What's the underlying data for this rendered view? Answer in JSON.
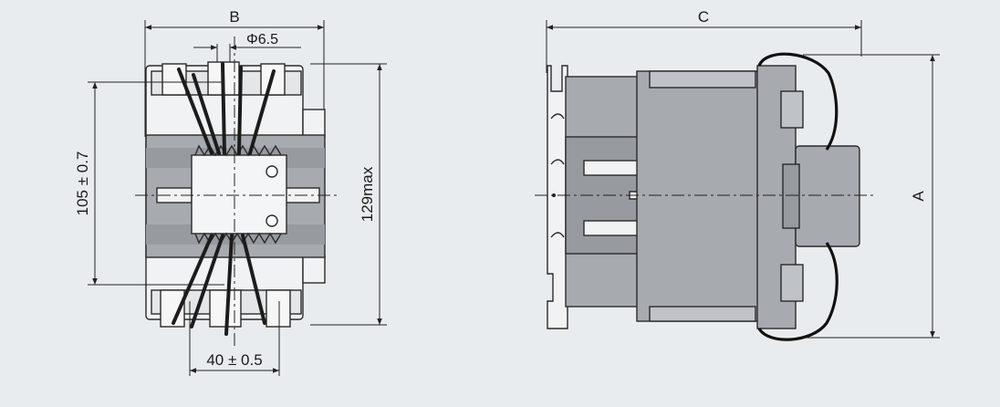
{
  "colors": {
    "background": "#e9ecef",
    "body_fill": "#a7abb0",
    "body_dark": "#979ba0",
    "light_fill": "#f1f2f3",
    "line": "#222222"
  },
  "front_view": {
    "dim_width_label": "B",
    "dim_terminal_label": "Φ6.5",
    "dim_mount_vertical_label": "105 ± 0.7",
    "dim_height_label": "129max",
    "dim_mount_horizontal_label": "40 ± 0.5"
  },
  "side_view": {
    "dim_depth_label": "C",
    "dim_height_label": "A"
  }
}
